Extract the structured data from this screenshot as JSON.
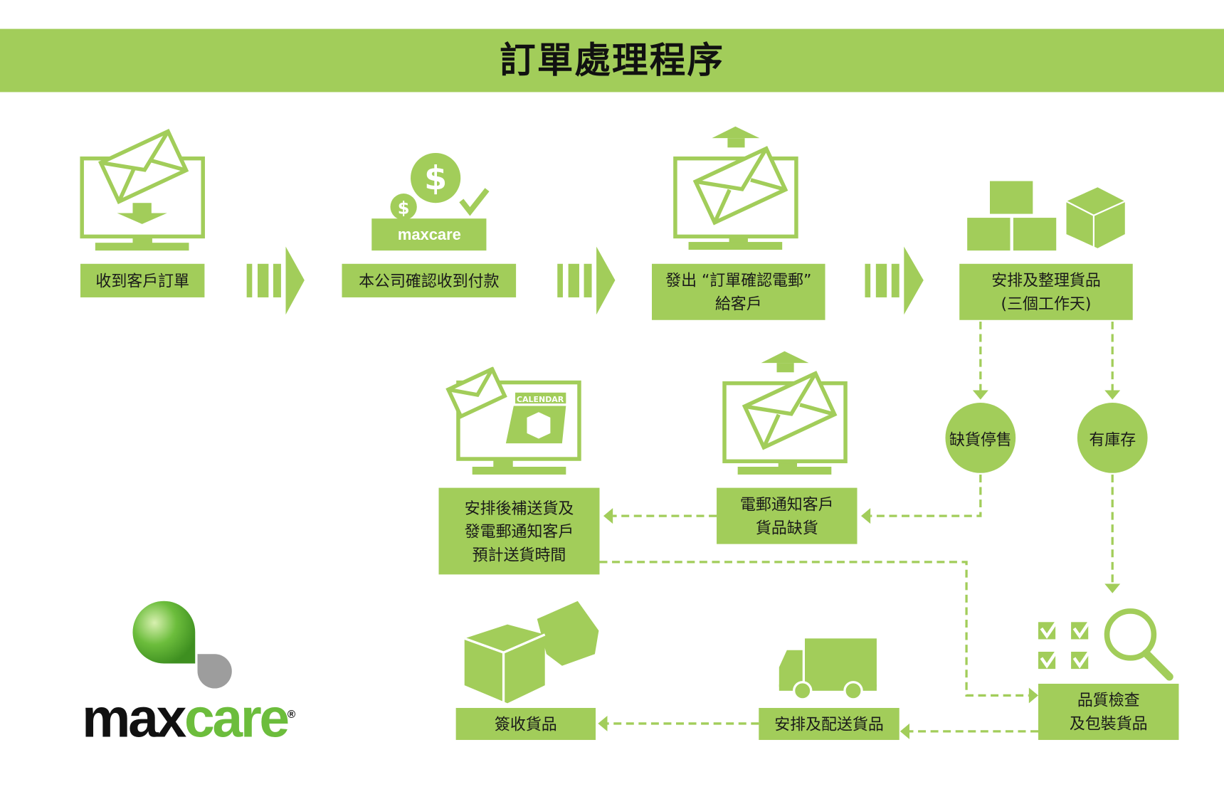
{
  "header": {
    "title": "訂單處理程序"
  },
  "steps": {
    "receive_order": "收到客戶訂單",
    "confirm_payment": "本公司確認收到付款",
    "send_confirmation": [
      "發出 “訂單確認電郵”",
      "給客戶"
    ],
    "arrange_goods": [
      "安排及整理貨品",
      "(三個工作天)"
    ],
    "out_of_stock": "缺貨停售",
    "in_stock": "有庫存",
    "notify_shortage": [
      "電郵通知客戶",
      "貨品缺貨"
    ],
    "backorder": [
      "安排後補送貨及",
      "發電郵通知客戶",
      "預計送貨時間"
    ],
    "quality_check": [
      "品質檢查",
      "及包裝貨品"
    ],
    "delivery": "安排及配送貨品",
    "sign_receipt": "簽收貨品"
  },
  "icons": {
    "coin_box_brand": "maxcare",
    "calendar_label": "CALENDAR"
  },
  "logo": {
    "brand_a": "max",
    "brand_b": "care",
    "reg": "®"
  },
  "colors": {
    "accent": "#a2cd5a",
    "dark": "#1a1a1a",
    "logo_grey": "#9d9d9d",
    "logo_green": "#6cbd3c"
  }
}
